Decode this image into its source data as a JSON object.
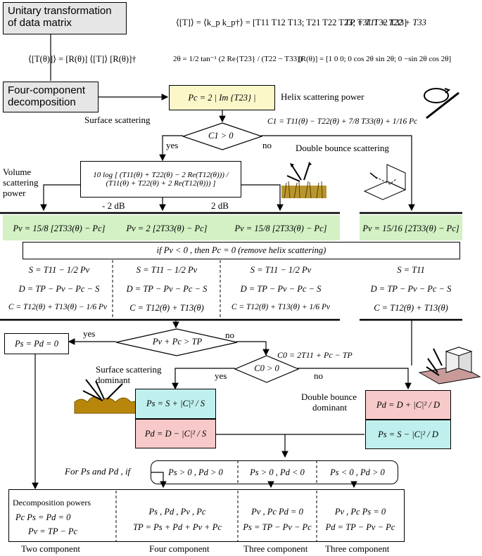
{
  "header": {
    "unitary_box": "Unitary transformation of data matrix",
    "unitary_box_line1": "Unitary transformation",
    "unitary_box_line2": "of data matrix",
    "coherency_eq": "⟨[T]⟩ = ⟨k_p k_p†⟩ = [T11 T12 T13; T21 T22 T23; T31 T32 T33]",
    "tp_eq": "TP = T11 + T22 + T33",
    "rotation_eq": "⟨[T(θ)]⟩ = [R(θ)] ⟨[T]⟩ [R(θ)]†",
    "angle_eq": "2θ = 1/2 tan⁻¹ (2 Re{T23} / (T22 − T33))",
    "r_matrix_eq": "[R(θ)] = [1 0 0; 0 cos 2θ sin 2θ; 0 −sin 2θ cos 2θ]"
  },
  "four_component": {
    "line1": "Four-component",
    "line2": "decomposition"
  },
  "helix": {
    "pc_eq": "Pc = 2 | Im {T23} |",
    "label": "Helix  scattering power"
  },
  "c1_decision": {
    "condition": "C1 > 0",
    "c1_eq": "C1 = T11(θ) − T22(θ) + 7/8 T33(θ) + 1/16 Pc",
    "yes": "yes",
    "no": "no"
  },
  "labels": {
    "surface_scattering": "Surface scattering",
    "double_bounce_scattering": "Double bounce scattering",
    "volume_scattering_power_1": "Volume",
    "volume_scattering_power_2": "scattering",
    "volume_scattering_power_3": "power",
    "minus2db": "- 2 dB",
    "plus2db": "2 dB"
  },
  "ratio_box": {
    "eq": "10 log [ (T11(θ) + T22(θ) − 2 Re(T12(θ))) / (T11(θ) + T22(θ) + 2 Re(T12(θ))) ]"
  },
  "pv_cases": [
    "Pv = 15/8 [2T33(θ) − Pc]",
    "Pv = 2 [2T33(θ) − Pc]",
    "Pv = 15/8 [2T33(θ) − Pc]",
    "Pv = 15/16 [2T33(θ) − Pc]"
  ],
  "helix_removal": {
    "text": "if  Pv < 0 ,  then  Pc = 0    (remove helix scattering)"
  },
  "sdc": [
    {
      "s": "S = T11 − 1/2 Pv",
      "d": "D = TP − Pv − Pc − S",
      "c": "C = T12(θ) + T13(θ) − 1/6 Pv"
    },
    {
      "s": "S = T11 − 1/2 Pv",
      "d": "D = TP − Pv − Pc − S",
      "c": "C = T12(θ) + T13(θ)"
    },
    {
      "s": "S = T11 − 1/2 Pv",
      "d": "D = TP − Pv − Pc − S",
      "c": "C = T12(θ) + T13(θ) + 1/6 Pv"
    },
    {
      "s": "S = T11",
      "d": "D = TP − Pv − Pc − S",
      "c": "C = T12(θ) + T13(θ)"
    }
  ],
  "pv_pc_decision": {
    "condition": "Pv + Pc > TP",
    "yes": "yes",
    "no": "no",
    "yes_box": "Ps = Pd = 0"
  },
  "c0_decision": {
    "condition": "C0 > 0",
    "c0_eq": "C0 = 2T11 + Pc − TP",
    "yes": "yes",
    "no": "no"
  },
  "dominant": {
    "surface_label_1": "Surface scattering",
    "surface_label_2": "dominant",
    "double_label_1": "Double bounce",
    "double_label_2": "dominant",
    "surface_ps": "Ps = S + |C|² / S",
    "surface_pd": "Pd = D − |C|² / S",
    "double_pd": "Pd = D + |C|² / D",
    "double_ps": "Ps = S − |C|² / D"
  },
  "final_check": {
    "prefix": "For Ps and Pd ,  if",
    "cases": [
      "Ps > 0 , Pd > 0",
      "Ps > 0 , Pd < 0",
      "Ps < 0 , Pd > 0"
    ]
  },
  "results": {
    "title": "Decomposition powers",
    "col1_line1": "Pc      Ps = Pd = 0",
    "col1_line2": "Pv = TP − Pc",
    "col2_line1": "Ps , Pd , Pv , Pc",
    "col2_line2": "TP = Ps + Pd + Pv + Pc",
    "col3_line1": "Pv , Pc      Pd = 0",
    "col3_line2": "Ps = TP − Pv − Pc",
    "col4_line1": "Pv , Pc      Ps = 0",
    "col4_line2": "Pd = TP − Pv − Pc"
  },
  "footer": [
    "Two component",
    "Four component",
    "Three component",
    "Three component"
  ],
  "colors": {
    "gray_box": "#e6e6e6",
    "yellow_box": "#fbf7c9",
    "green_box": "#d3f1c4",
    "cyan_box": "#bff0ee",
    "pink_box": "#f7c9c9"
  },
  "icons": [
    "helix-scattering-icon",
    "vegetation-volume-icon",
    "dihedral-corner-icon",
    "rough-surface-icon",
    "building-double-bounce-icon"
  ]
}
